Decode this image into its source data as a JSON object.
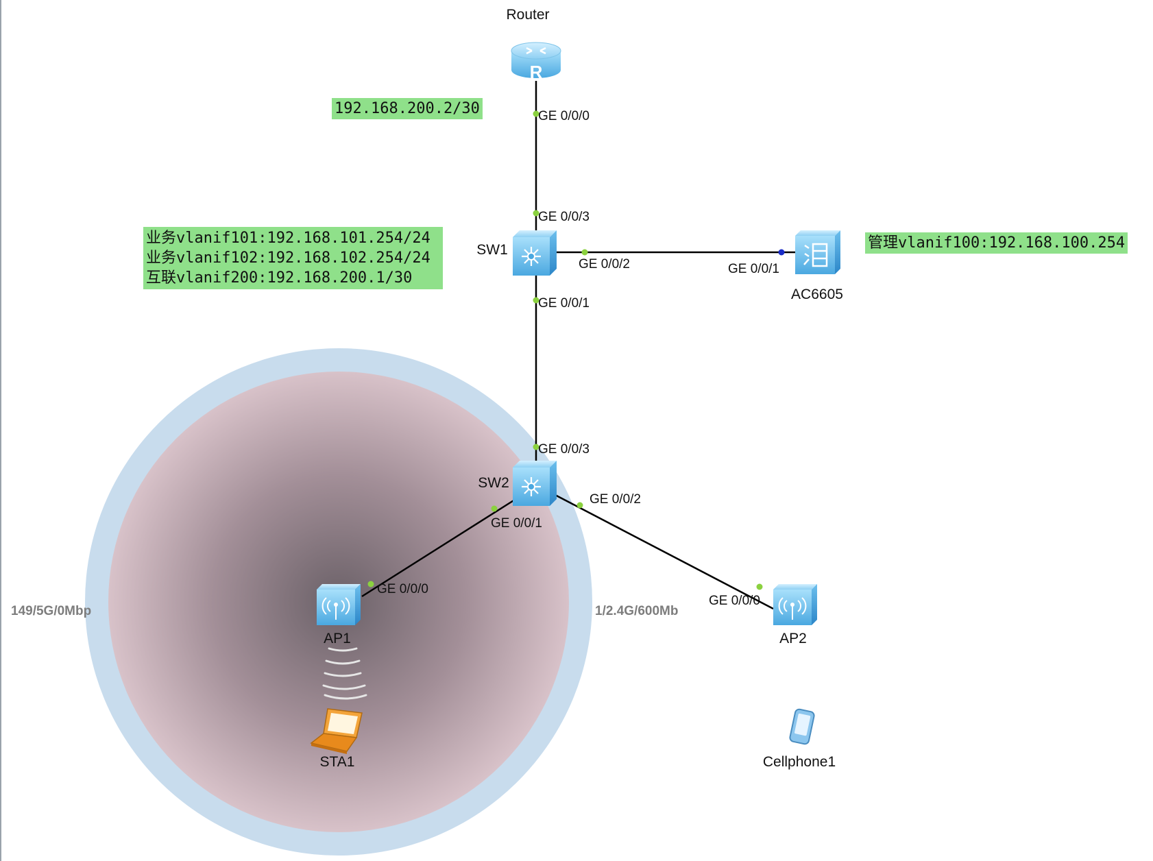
{
  "devices": {
    "router": "Router",
    "sw1": "SW1",
    "sw2": "SW2",
    "ac": "AC6605",
    "ap1": "AP1",
    "ap2": "AP2",
    "sta1": "STA1",
    "cellphone": "Cellphone1"
  },
  "ports": {
    "router_ge000": "GE 0/0/0",
    "sw1_ge003": "GE 0/0/3",
    "sw1_ge002": "GE 0/0/2",
    "sw1_ge001": "GE 0/0/1",
    "ac_ge001": "GE 0/0/1",
    "sw2_ge003": "GE 0/0/3",
    "sw2_ge002": "GE 0/0/2",
    "sw2_ge001": "GE 0/0/1",
    "ap1_ge000": "GE 0/0/0",
    "ap2_ge000": "GE 0/0/0"
  },
  "radio": {
    "left": "149/5G/0Mbp",
    "right": "1/2.4G/600Mb"
  },
  "notes": {
    "router_ip": "192.168.200.2/30",
    "sw1_line1": "业务vlanif101:192.168.101.254/24",
    "sw1_line2": "业务vlanif102:192.168.102.254/24",
    "sw1_line3": "互联vlanif200:192.168.200.1/30",
    "ac_mgmt": "管理vlanif100:192.168.100.254"
  },
  "colors": {
    "note_bg": "#8fe08a",
    "port_dot": "#8bd13f",
    "ac_port_dot": "#1a2cc7",
    "coverage_outer": "#c9dcec",
    "coverage_inner": "#d8bfc6"
  }
}
